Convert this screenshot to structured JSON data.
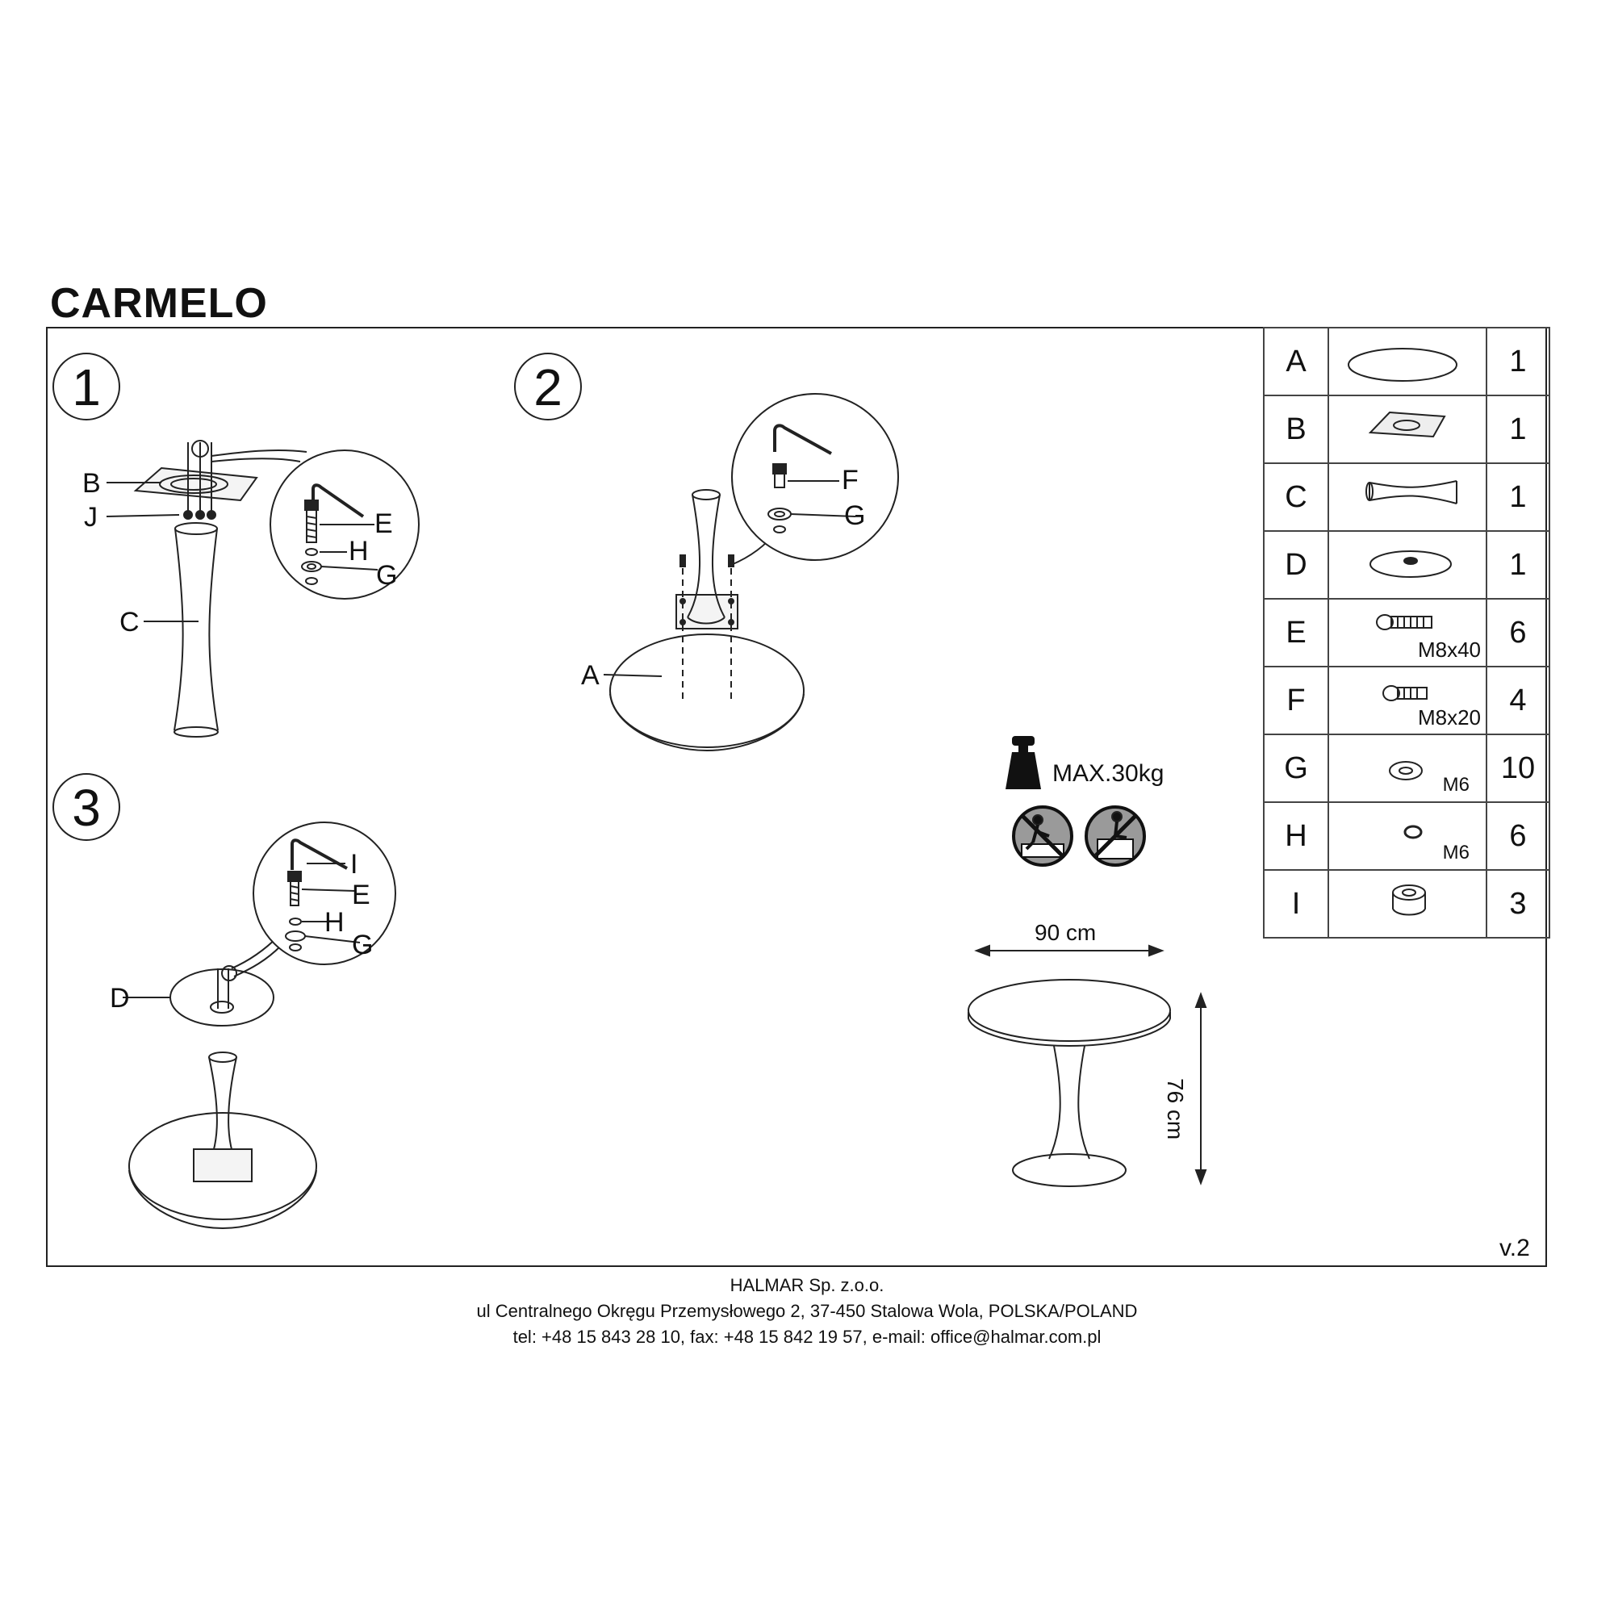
{
  "title": "CARMELO",
  "version": "v.2",
  "steps": [
    "1",
    "2",
    "3"
  ],
  "step1_labels": {
    "b": "B",
    "j": "J",
    "c": "C",
    "e": "E",
    "h": "H",
    "g": "G"
  },
  "step2_labels": {
    "f": "F",
    "g": "G",
    "a": "A"
  },
  "step3_labels": {
    "i": "I",
    "e": "E",
    "h": "H",
    "g": "G",
    "d": "D"
  },
  "parts": [
    {
      "letter": "A",
      "qty": "1",
      "icon": "round-tabletop-icon",
      "spec": ""
    },
    {
      "letter": "B",
      "qty": "1",
      "icon": "mounting-plate-icon",
      "spec": ""
    },
    {
      "letter": "C",
      "qty": "1",
      "icon": "column-leg-icon",
      "spec": ""
    },
    {
      "letter": "D",
      "qty": "1",
      "icon": "round-base-icon",
      "spec": ""
    },
    {
      "letter": "E",
      "qty": "6",
      "icon": "long-bolt-icon",
      "spec": "M8x40"
    },
    {
      "letter": "F",
      "qty": "4",
      "icon": "short-bolt-icon",
      "spec": "M8x20"
    },
    {
      "letter": "G",
      "qty": "10",
      "icon": "washer-icon",
      "spec": "M6"
    },
    {
      "letter": "H",
      "qty": "6",
      "icon": "spring-washer-icon",
      "spec": "M6"
    },
    {
      "letter": "I",
      "qty": "3",
      "icon": "spacer-icon",
      "spec": ""
    }
  ],
  "max_load": "MAX.30kg",
  "dimensions": {
    "width": "90 cm",
    "height": "76 cm"
  },
  "footer": {
    "company": "HALMAR Sp. z.o.o.",
    "address": "ul Centralnego Okręgu Przemysłowego 2, 37-450 Stalowa Wola, POLSKA/POLAND",
    "contact": "tel: +48 15 843 28 10, fax: +48 15 842 19 57, e-mail: office@halmar.com.pl"
  }
}
